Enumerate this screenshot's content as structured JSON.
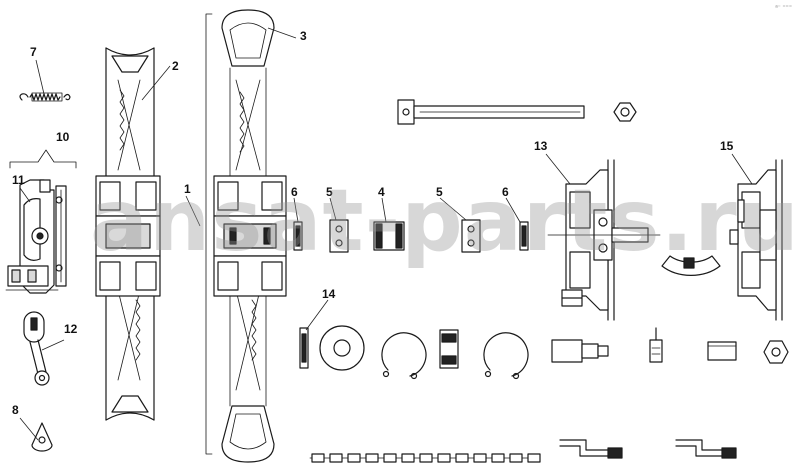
{
  "diagram": {
    "watermark": "ansat-parts.ru",
    "corner_mark": "ᵃ⁻ ⁼⁼⁼",
    "callouts": [
      "1",
      "2",
      "3",
      "4",
      "5",
      "5",
      "6",
      "6",
      "7",
      "8",
      "10",
      "11",
      "12",
      "13",
      "14",
      "15"
    ]
  }
}
